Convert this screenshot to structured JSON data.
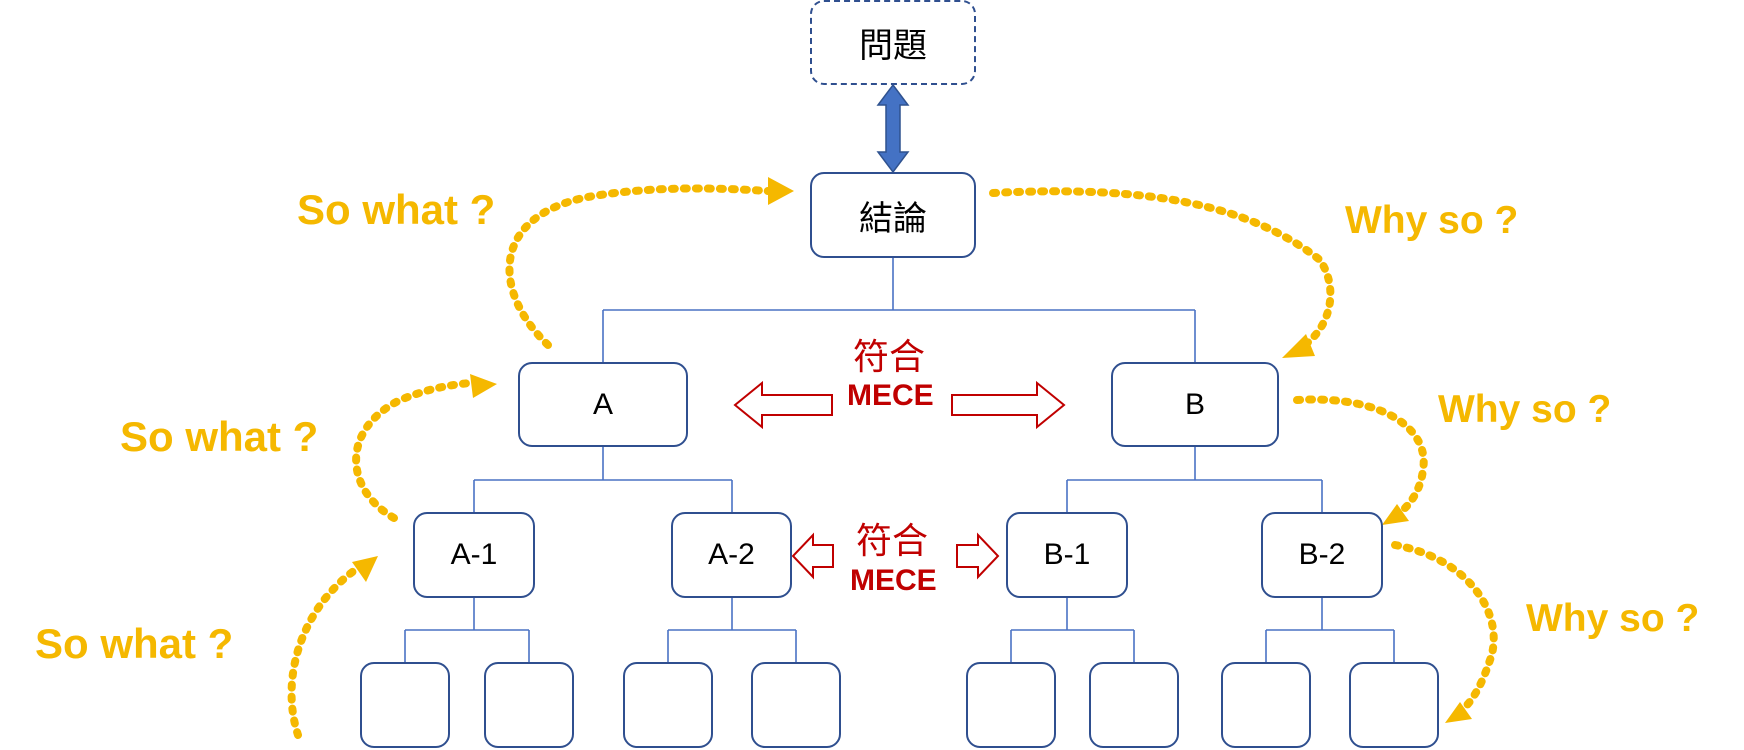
{
  "diagram": {
    "colors": {
      "box_border": "#2f4f8f",
      "connector": "#4a72c4",
      "double_arrow": "#4472c4",
      "question_arrows": "#f5b800",
      "mece": "#c00000"
    },
    "nodes": {
      "problem": "問題",
      "conclusion": "結論",
      "a": "A",
      "b": "B",
      "a1": "A-1",
      "a2": "A-2",
      "b1": "B-1",
      "b2": "B-2",
      "leaf_count": 8
    },
    "mece_top": {
      "cjk": "符合",
      "word": "MECE"
    },
    "mece_mid": {
      "cjk": "符合",
      "word": "MECE"
    },
    "left_labels": [
      "So what ?",
      "So what ?",
      "So what ?"
    ],
    "right_labels": [
      "Why so ?",
      "Why so ?",
      "Why so ?"
    ]
  }
}
